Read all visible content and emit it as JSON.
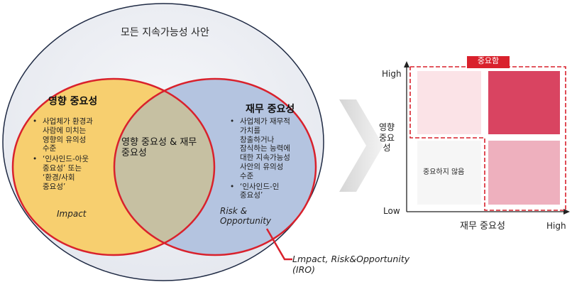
{
  "venn": {
    "outer_title": "모든 지속가능성 사안",
    "impact": {
      "title": "영향 중요성",
      "bullets": [
        [
          "사업체가 환경과",
          "사람에 미치는",
          "영향의 유의성",
          "수준"
        ],
        [
          "‘인사인드-아웃",
          "중요성’ 또는",
          "‘환경/사회",
          "중요성’"
        ]
      ],
      "tag": "Impact"
    },
    "financial": {
      "title": "재무 중요성",
      "bullets": [
        [
          "사업체가 재무적",
          "가치를",
          "창출하거나",
          "잠식하는 능력에",
          "대한 지속가능성",
          "사안의 유의성",
          "수준"
        ],
        [
          "‘인사인드-인",
          "중요성’"
        ]
      ],
      "tag_lines": [
        "Risk &",
        "Opportunity"
      ]
    },
    "overlap_lines": [
      "영향 중요성 & 재무",
      "중요성"
    ],
    "callout_lines": [
      "Lmpact, Risk&Opportunity",
      "(IRO)"
    ]
  },
  "matrix": {
    "badge": "중요함",
    "y_high": "High",
    "y_low": "Low",
    "y_title_lines": [
      "영향",
      "중요",
      "성"
    ],
    "x_title": "재무 중요성",
    "x_high": "High",
    "not_important": "중요하지 않음"
  },
  "colors": {
    "outer_fill": "#eceef3",
    "impact_fill": "#f7cf6f",
    "financial_fill": "#b4c4e0",
    "overlap_fill": "#c6c0a2",
    "red": "#d9212c",
    "cell_light": "#fbe3e7",
    "cell_dark": "#d94461",
    "cell_mid": "#eeb0be"
  }
}
